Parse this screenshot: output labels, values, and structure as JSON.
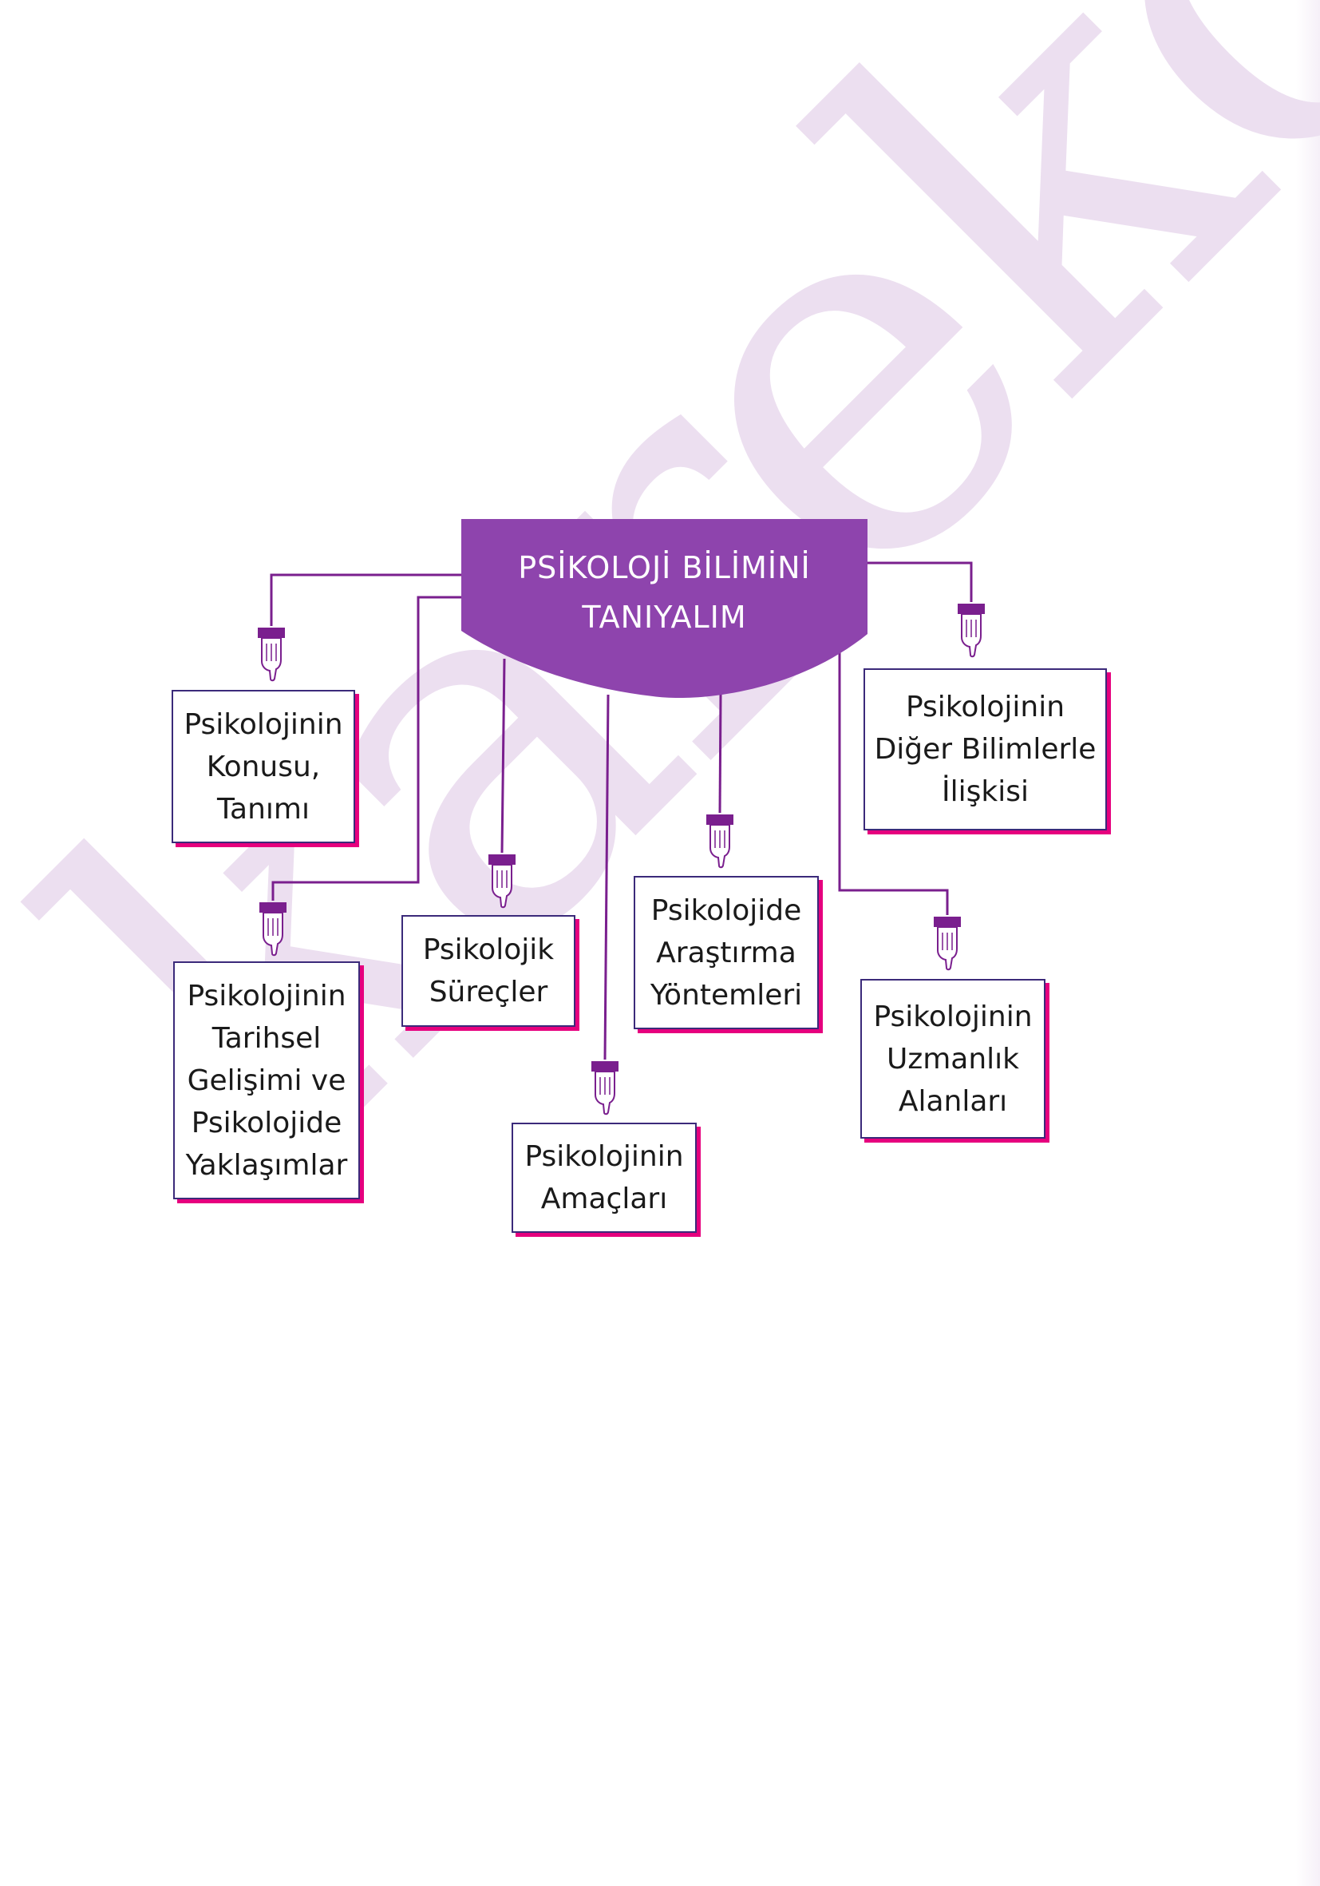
{
  "root": {
    "title_line1": "PSİKOLOJİ BİLİMİNİ",
    "title_line2": "TANIYALIM"
  },
  "nodes": {
    "konusu": {
      "lines": [
        "Psikolojinin",
        "Konusu,",
        "Tanımı"
      ]
    },
    "tarihsel": {
      "lines": [
        "Psikolojinin",
        "Tarihsel",
        "Gelişimi ve",
        "Psikolojide",
        "Yaklaşımlar"
      ]
    },
    "surecler": {
      "lines": [
        "Psikolojik",
        "Süreçler"
      ]
    },
    "amaclari": {
      "lines": [
        "Psikolojinin",
        "Amaçları"
      ]
    },
    "arastirma": {
      "lines": [
        "Psikolojide",
        "Araştırma",
        "Yöntemleri"
      ]
    },
    "diger": {
      "lines": [
        "Psikolojinin",
        "Diğer Bilimlerle",
        "İlişkisi"
      ]
    },
    "uzmanlik": {
      "lines": [
        "Psikolojinin",
        "Uzmanlık",
        "Alanları"
      ]
    }
  },
  "watermark": "karekök",
  "colors": {
    "root_fill": "#8e44ad",
    "connector": "#7a1f8e",
    "box_shadow": "#e6007e",
    "box_border": "#3b2a7a",
    "watermark": "#ecdff0"
  },
  "icons": [
    "pointing-hand-icon"
  ]
}
